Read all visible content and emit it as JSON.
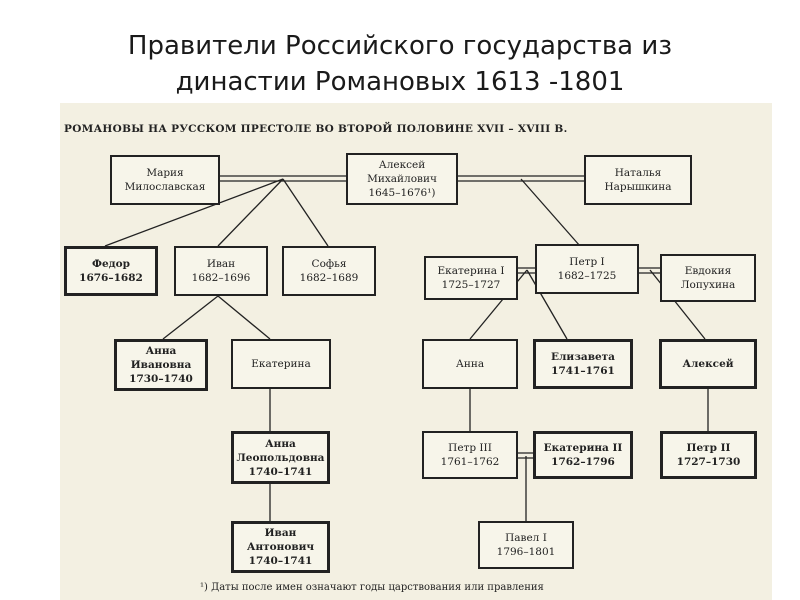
{
  "slide": {
    "title_line1": "Правители Российского государства из",
    "title_line2": "династии Романовых 1613 -1801"
  },
  "diagram": {
    "heading": "РОМАНОВЫ НА РУССКОМ ПРЕСТОЛЕ ВО ВТОРОЙ ПОЛОВИНЕ XVII – XVIII В.",
    "footnote": "¹) Даты после имен означают годы царствования или правления",
    "nodes": {
      "maria": {
        "line1": "Мария",
        "line2": "Милославская"
      },
      "aleksey": {
        "line1": "Алексей",
        "line2": "Михайлович",
        "line3": "1645–1676¹)"
      },
      "natalia": {
        "line1": "Наталья",
        "line2": "Нарышкина"
      },
      "fedor": {
        "line1": "Федор",
        "line2": "1676–1682"
      },
      "ivan": {
        "line1": "Иван",
        "line2": "1682–1696"
      },
      "sofia": {
        "line1": "Софья",
        "line2": "1682–1689"
      },
      "ekaterina1": {
        "line1": "Екатерина I",
        "line2": "1725–1727"
      },
      "petr1": {
        "line1": "Петр I",
        "line2": "1682–1725"
      },
      "evdokia": {
        "line1": "Евдокия",
        "line2": "Лопухина"
      },
      "anna_ivanovna": {
        "line1": "Анна",
        "line2": "Ивановна",
        "line3": "1730–1740"
      },
      "ekaterina_ivanovna": {
        "line1": "Екатерина"
      },
      "anna_petrovna": {
        "line1": "Анна"
      },
      "elizaveta": {
        "line1": "Елизавета",
        "line2": "1741–1761"
      },
      "aleksey_petrovich": {
        "line1": "Алексей"
      },
      "anna_leopoldovna": {
        "line1": "Анна",
        "line2": "Леопольдовна",
        "line3": "1740–1741"
      },
      "petr3": {
        "line1": "Петр III",
        "line2": "1761–1762"
      },
      "ekaterina2": {
        "line1": "Екатерина II",
        "line2": "1762–1796"
      },
      "petr2": {
        "line1": "Петр II",
        "line2": "1727–1730"
      },
      "ivan_antonovich": {
        "line1": "Иван",
        "line2": "Антонович",
        "line3": "1740–1741"
      },
      "pavel1": {
        "line1": "Павел I",
        "line2": "1796–1801"
      }
    }
  }
}
